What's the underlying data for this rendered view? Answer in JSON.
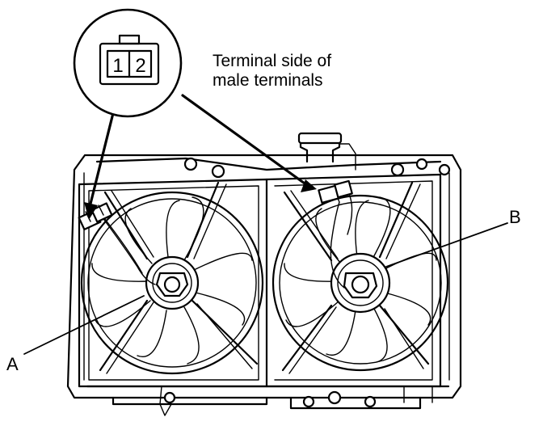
{
  "connector": {
    "pin_1": "1",
    "pin_2": "2"
  },
  "caption": {
    "line_1": "Terminal side of",
    "line_2": "male terminals"
  },
  "callouts": {
    "a": "A",
    "b": "B"
  }
}
